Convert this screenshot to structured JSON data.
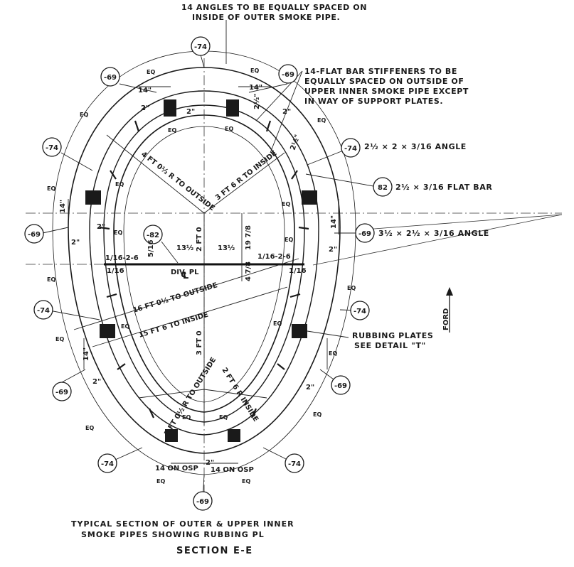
{
  "notes": {
    "angles_line1": "14 ANGLES TO BE EQUALLY SPACED ON",
    "angles_line2": "INSIDE OF OUTER SMOKE PIPE.",
    "stiffeners_line1": "14-FLAT BAR STIFFENERS TO BE",
    "stiffeners_line2": "EQUALLY SPACED ON OUTSIDE OF",
    "stiffeners_line3": "UPPER INNER SMOKE PIPE EXCEPT",
    "stiffeners_line4": "IN WAY OF SUPPORT PLATES.",
    "angle_small": "2½ × 2 × 3/16 ANGLE",
    "flat_bar": "2½ × 3/16 FLAT BAR",
    "angle_large": "3½ × 2½ × 3/16 ANGLE",
    "rubbing_line1": "RUBBING PLATES",
    "rubbing_line2": "SEE DETAIL \"T\"",
    "ford": "FORD"
  },
  "callouts": {
    "top": "-74",
    "top_left": "-69",
    "top_right": "-69",
    "upper_left": "-74",
    "upper_right": "-74",
    "flat_bar": "82",
    "mid_left": "-69",
    "mid_right": "-69",
    "div_pl": "-82",
    "lower_left": "-74",
    "lower_right": "-74",
    "low_left": "-69",
    "low_right": "-69",
    "bottom_left": "-74",
    "bottom_right": "-74",
    "bottom": "-69"
  },
  "dimensions": {
    "r_upper_outside": "4 FT 0½ R TO OUTSIDE",
    "r_upper_inside": "3 FT 6 R TO INSIDE",
    "r_lower_outside": "3 FT 0½ R TO OUTSIDE",
    "r_lower_inside": "2 FT 6 R INSIDE",
    "len_outside": "16 FT 0½ TO OUTSIDE",
    "len_inside": "15 FT 6 TO INSIDE",
    "upper_center": "2 FT 0",
    "lower_center": "3 FT 0",
    "depth": "19 7/8",
    "depth_small": "4 7/8",
    "half_left": "13½",
    "half_right": "13½",
    "offset_left": "1/16-2-6",
    "offset_right": "1/16-2-6",
    "edge_left": "1/16",
    "edge_right": "1/16",
    "thick": "5/16",
    "div_pl": "DIV. PL",
    "centerline": "℄",
    "s14_top_left": "14\"",
    "s14_top_right": "14\"",
    "s14_left": "14\"",
    "s14_right": "14\"",
    "s14_lower_left": "14\"",
    "s14_bottom_left": "14 ON OSP",
    "s14_bottom_right": "14 ON OSP",
    "s2_a": "2\"",
    "s2_b": "2\"",
    "s2_c": "2\"",
    "s2_d": "2\"",
    "s2_e": "2\"",
    "s2_f": "2\"",
    "s2_g": "2\"",
    "s2_h": "2\"",
    "s2_bottom": "2\"",
    "s2half_a": "2½\"",
    "s2half_b": "2½\"",
    "eq": "EQ"
  },
  "title": {
    "line1": "TYPICAL SECTION OF OUTER & UPPER INNER",
    "line2": "SMOKE PIPES SHOWING RUBBING PL",
    "section": "SECTION E-E"
  }
}
